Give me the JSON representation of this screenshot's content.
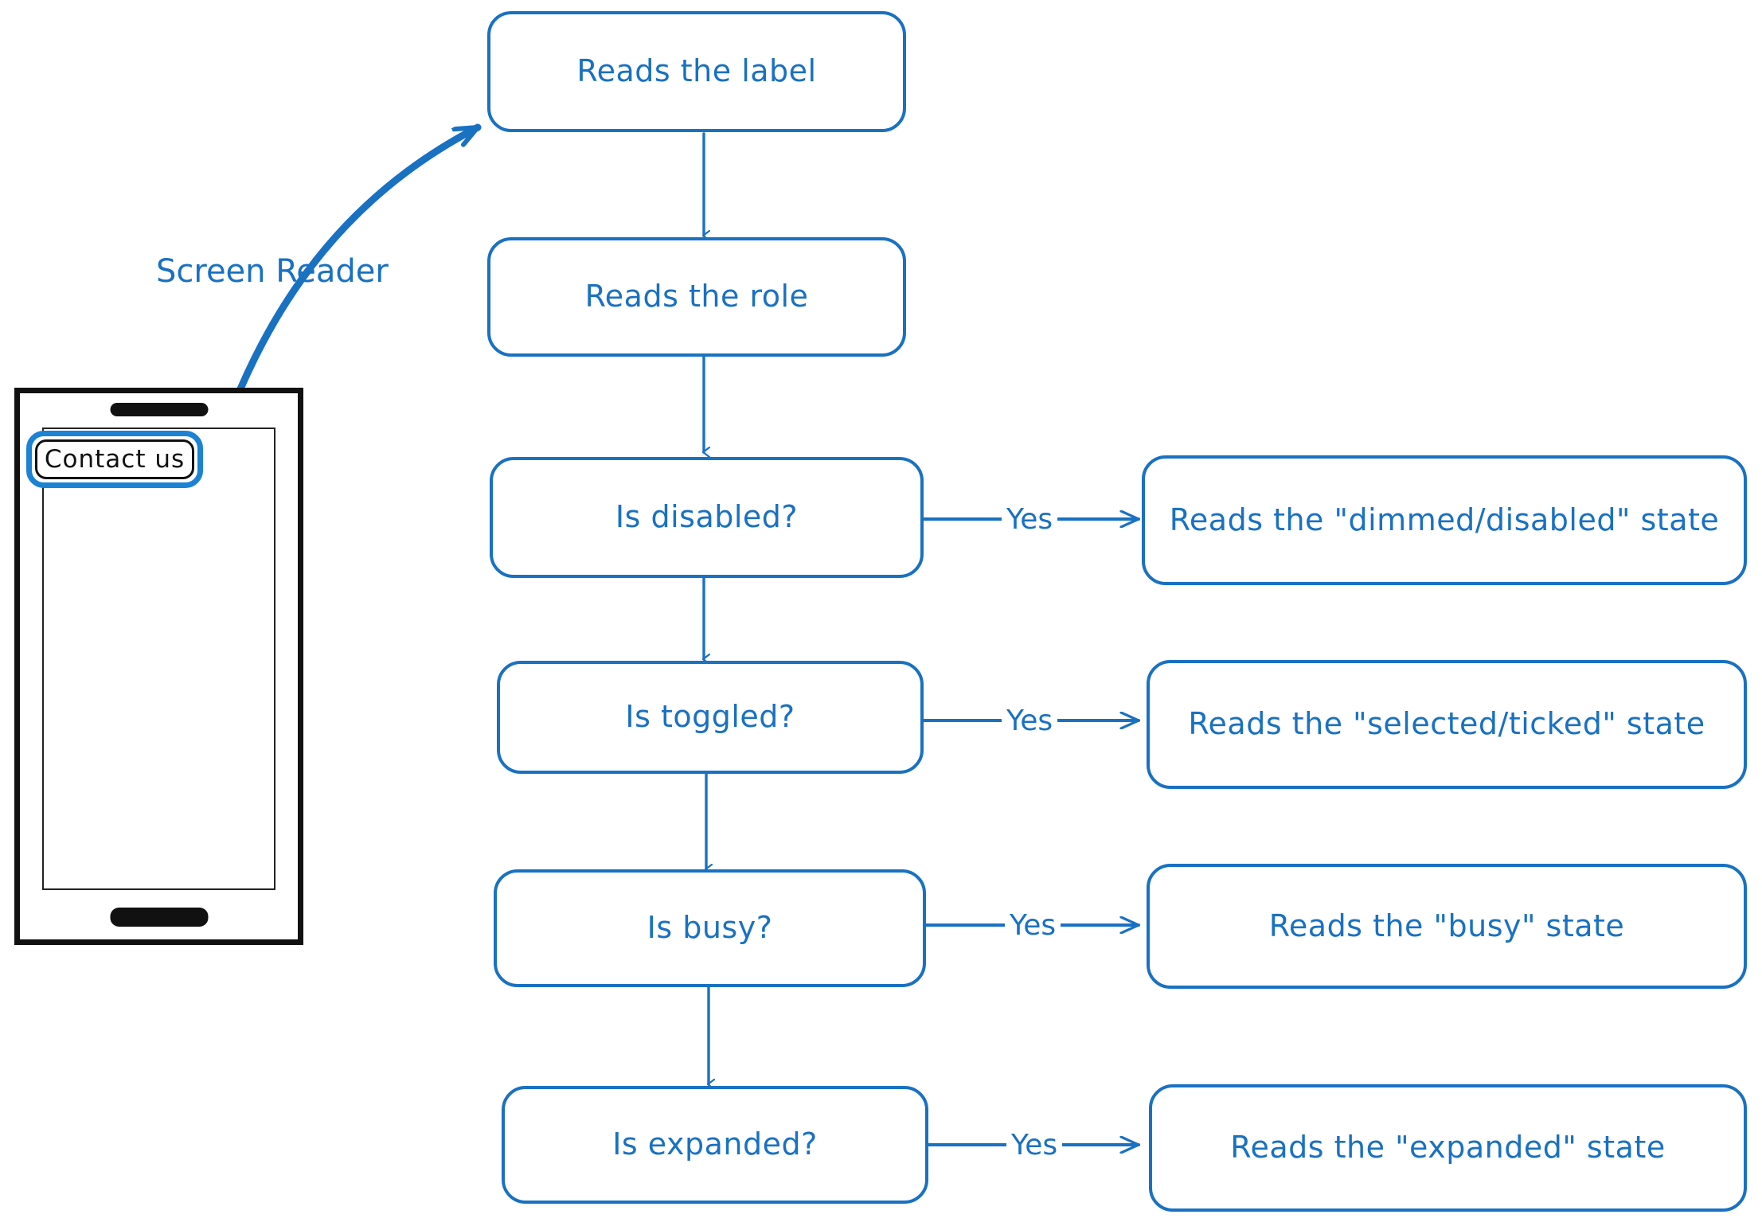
{
  "diagram": {
    "title_label": "Screen Reader",
    "accent_color": "#1971c2",
    "phone_outline_color": "#111111",
    "focus_ring_color": "#1b82d4",
    "background": "#ffffff"
  },
  "phone": {
    "button_label": "Contact us",
    "speaker_icon": "speaker-bar-icon",
    "home_icon": "home-indicator-icon"
  },
  "flow": {
    "steps": [
      {
        "id": "reads-label",
        "label": "Reads the label"
      },
      {
        "id": "reads-role",
        "label": "Reads the role"
      },
      {
        "id": "is-disabled",
        "label": "Is disabled?"
      },
      {
        "id": "is-toggled",
        "label": "Is toggled?"
      },
      {
        "id": "is-busy",
        "label": "Is busy?"
      },
      {
        "id": "is-expanded",
        "label": "Is expanded?"
      }
    ],
    "outcomes": [
      {
        "id": "dimmed-disabled-state",
        "label": "Reads the \"dimmed/disabled\" state"
      },
      {
        "id": "selected-ticked-state",
        "label": "Reads the \"selected/ticked\" state"
      },
      {
        "id": "busy-state",
        "label": "Reads the \"busy\" state"
      },
      {
        "id": "expanded-state",
        "label": "Reads the \"expanded\" state"
      }
    ],
    "branch_labels": [
      "Yes",
      "Yes",
      "Yes",
      "Yes"
    ]
  }
}
